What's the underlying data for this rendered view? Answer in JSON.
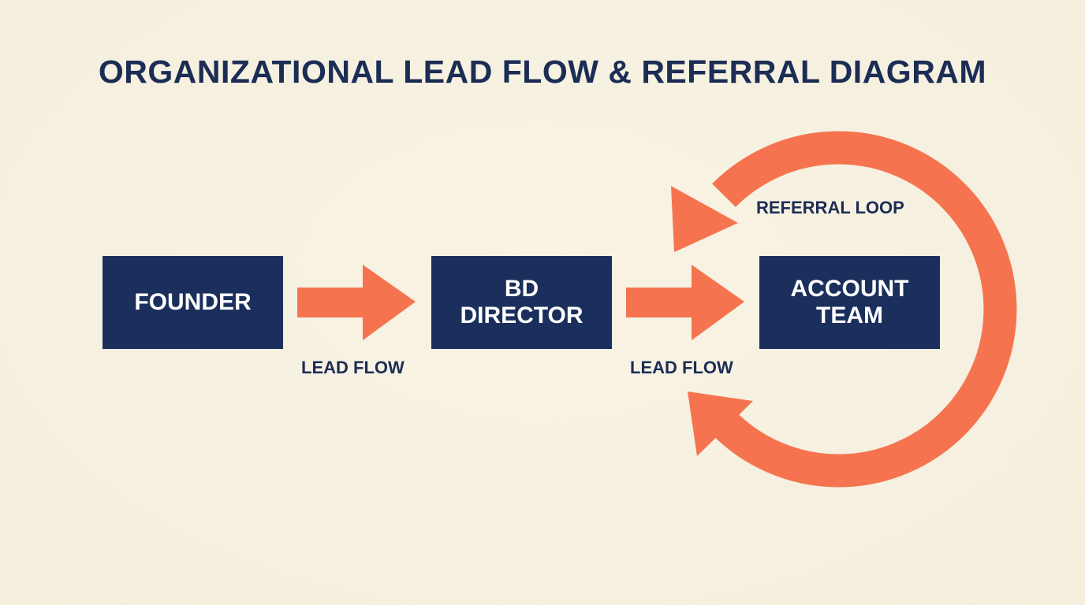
{
  "title": "ORGANIZATIONAL LEAD FLOW & REFERRAL DIAGRAM",
  "nodes": {
    "founder": {
      "line1": "FOUNDER"
    },
    "bd_director": {
      "line1": "BD",
      "line2": "DIRECTOR"
    },
    "account_team": {
      "line1": "ACCOUNT",
      "line2": "TEAM"
    }
  },
  "edges": [
    {
      "from": "FOUNDER",
      "to": "BD DIRECTOR",
      "label": "LEAD FLOW"
    },
    {
      "from": "BD DIRECTOR",
      "to": "ACCOUNT TEAM",
      "label": "LEAD FLOW"
    },
    {
      "from": "ACCOUNT TEAM",
      "to": "ACCOUNT TEAM",
      "label": "REFERRAL LOOP"
    }
  ],
  "colors": {
    "background": "#f6f0e0",
    "node_fill": "#1b2f5c",
    "node_text": "#ffffff",
    "arrow": "#f5744f",
    "label_text": "#1c2d55"
  }
}
